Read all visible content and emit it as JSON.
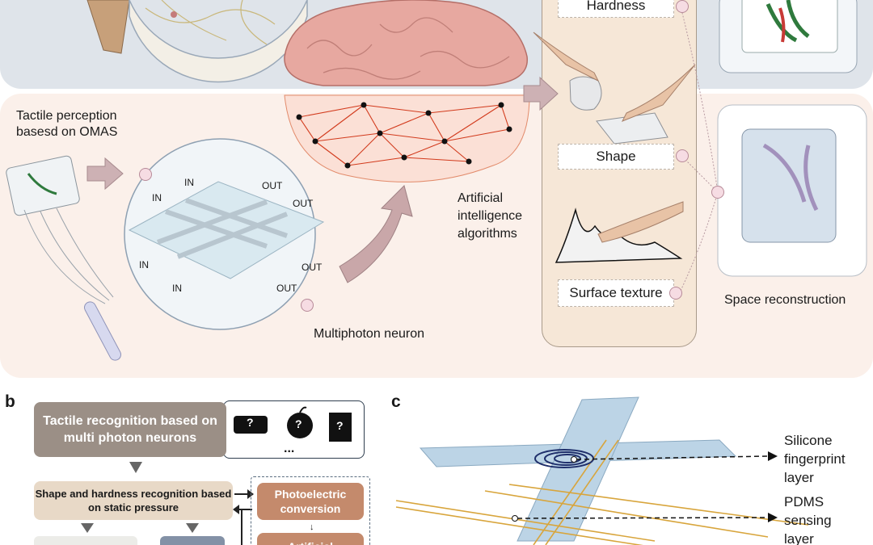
{
  "panel_a": {
    "title_tactile": "Tactile perception basesd on OMAS",
    "ai_label": "Artificial intelligence algorithms",
    "neuron_label": "Multiphoton neuron",
    "io_labels": [
      "IN",
      "IN",
      "IN",
      "IN",
      "OUT",
      "OUT",
      "OUT",
      "OUT"
    ],
    "property_boxes": [
      "Hardness",
      "Shape",
      "Surface texture"
    ],
    "reconstruction_label": "Space reconstruction"
  },
  "panel_b": {
    "letter": "b",
    "main_box": "Tactile recognition based on multi photon neurons",
    "icon_marks": [
      "?",
      "?",
      "?"
    ],
    "ellipsis": "...",
    "step_box": "Shape and hardness recognition based on static pressure",
    "side_boxes": [
      "Photoelectric conversion",
      "Artificial"
    ]
  },
  "panel_c": {
    "letter": "c",
    "layer_labels": [
      "Silicone fingerprint layer",
      "PDMS sensing layer"
    ]
  },
  "colors": {
    "panel_top": "#dfe4ea",
    "panel_mid": "#fbf0ea",
    "right_column": "#f6e7d7",
    "mesh": "#d23a1c",
    "flow_main": "#9b8f86",
    "flow_step": "#e8d9c7",
    "flow_side": "#c48a6c",
    "sensor_layer": "#bcd4e6"
  }
}
